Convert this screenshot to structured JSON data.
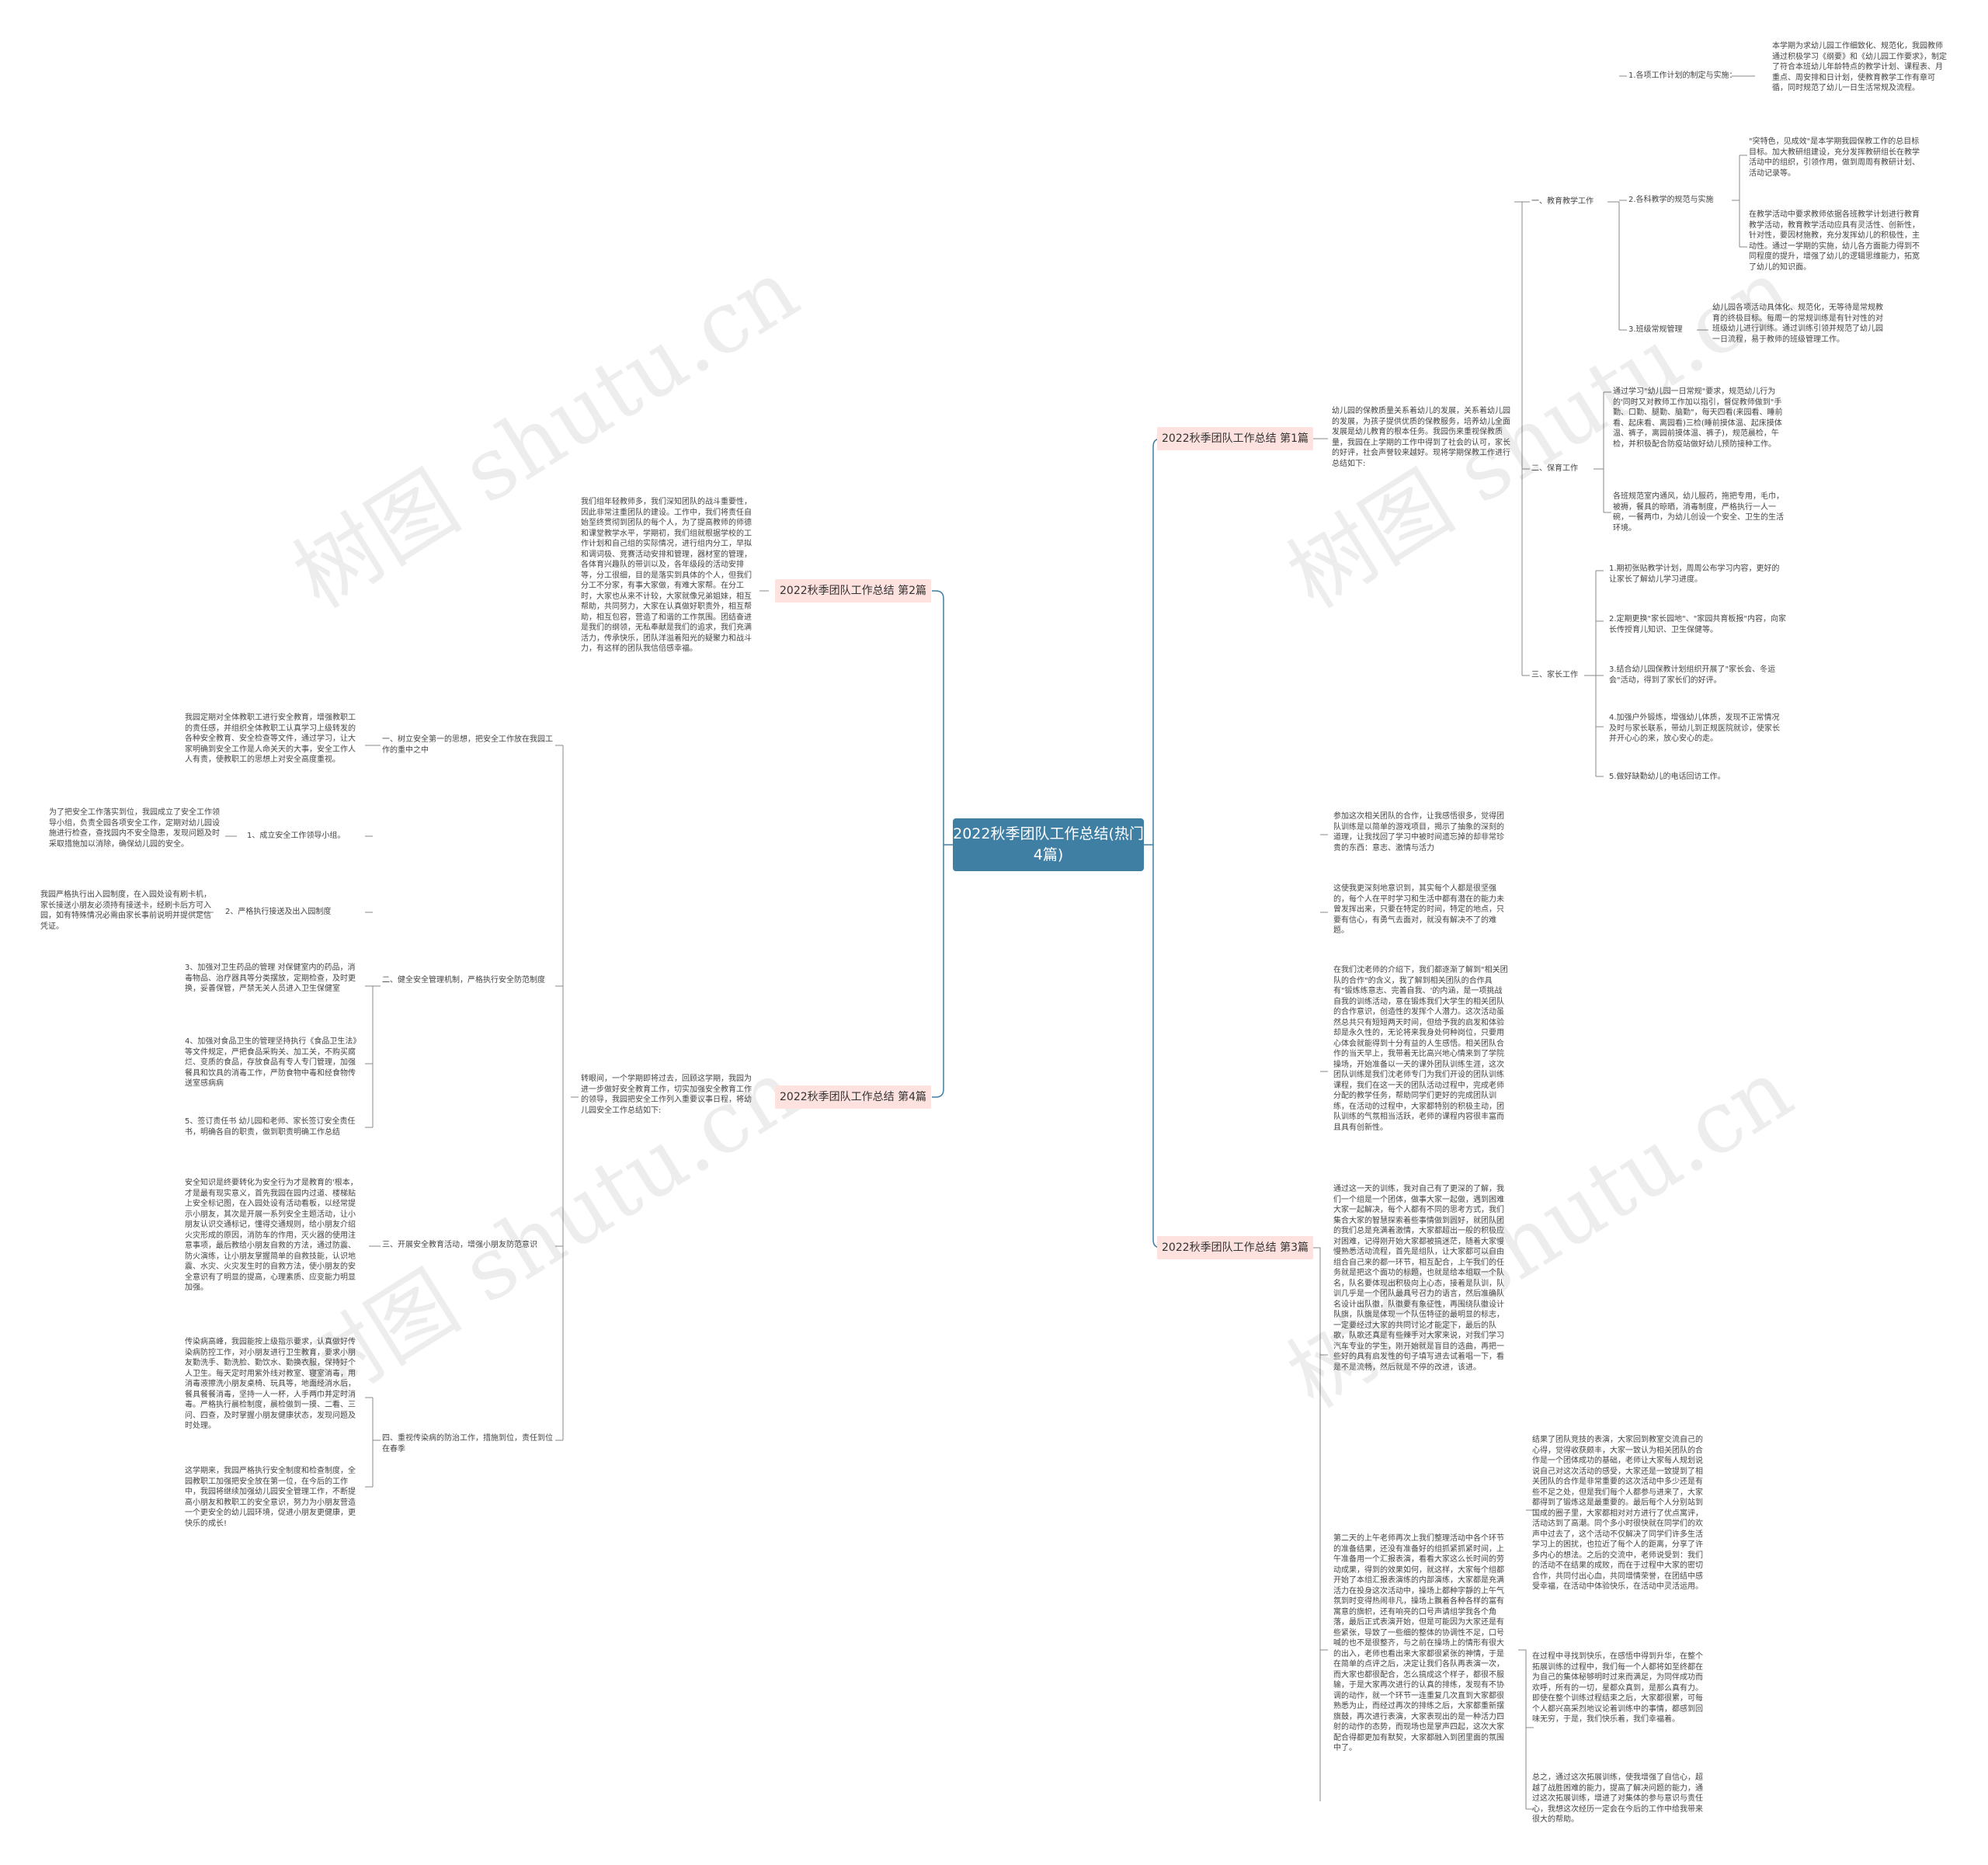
{
  "watermark": "树图 shutu.cn",
  "root": "2022秋季团队工作总结(热门4篇)",
  "branches": {
    "b1": {
      "title": "2022秋季团队工作总结 第1篇",
      "intro": "幼儿园的保教质量关系着幼儿的发展，关系着幼儿园的发展，为孩子提供优质的保教服务，培养幼儿全面发展是幼儿教育的根本任务。我园伤来重视保教质量，我园在上学期的工作中得到了社会的认可，家长的好评，社会声誉较来越好。现将学期保教工作进行总结如下:",
      "s1": "一、教育教学工作",
      "s1_1": "1.各项工作计划的制定与实施：",
      "s1_1_text": "本学期为求幼儿园工作细致化、规范化，我园教师通过积极学习《纲要》和《幼儿园工作要求》，制定了符合本班幼儿年龄特点的教学计划、课程表、月重点、周安排和日计划，使教育教学工作有章可循，同时规范了幼儿一日生活常规及流程。",
      "s1_2": "2.各科教学的规范与实施",
      "s1_2_text_a": "\"突特色，见成效\"是本学期我园保教工作的总目标目标。加大教研组建设，充分发挥教研组长在教学活动中的组织，引领作用，做到周周有教研计划、活动记录等。",
      "s1_2_text_b": "在教学活动中要求教师依据各班教学计划进行教育教学活动，教育教学活动应具有灵活性、创新性，针对性，要因材施教，充分发挥幼儿的积极性，主动性。通过一学期的实施，幼儿各方面能力得到不同程度的提升，增强了幼儿的逻辑思维能力，拓宽了幼儿的知识面。",
      "s1_3": "3.班级常规管理",
      "s1_3_text": "幼儿园各项活动具体化、规范化，无等待是常规教育的终极目标。每周一的常规训练是有针对性的对班级幼儿进行训练。通过训练引领并规范了幼儿园一日流程，易于教师的班级管理工作。",
      "s2": "二、保育工作",
      "s2_text_a": "通过学习\"幼儿园一日常规\"要求，规范幼儿行为的'同时又对教师工作加以指引，督促教师做到\"手勤、口勤、腿勤、脑勤\"，每天四看(来园看、睡前看、起床看、离园看)三检(睡前摸体温、起床摸体温、裤子，离园前摸体温、裤子)，规范晨检，午检，并积极配合防疫站做好幼儿预防接种工作。",
      "s2_text_b": "各班规范室内通风，幼儿服药，拖把专用，毛巾，被褥，餐具的晾晒，消毒制度，严格执行一人一碗，一餐两巾，为幼儿创设一个安全、卫生的生活环境。",
      "s3": "三、家长工作",
      "s3_items": [
        "1.期初张贴教学计划，周周公布学习内容，更好的让家长了解幼儿学习进度。",
        "2.定期更换\"家长园地\"、\"家园共育板报\"内容，向家长传授育儿知识、卫生保健等。",
        "3.结合幼儿园保教计划组织开展了\"家长会、冬运会\"活动，得到了家长们的好评。",
        "4.加强户外锻炼，增强幼儿体质，发现不正常情况及时与家长联系，带幼儿到正规医院就诊，使家长并开心心的来，放心安心的走。",
        "5.做好缺勤幼儿的电话回访工作。"
      ]
    },
    "b2": {
      "title": "2022秋季团队工作总结 第2篇",
      "text": "我们组年轻教师多，我们深知团队的战斗重要性，因此非常注重团队的建设。工作中，我们将责任自始至终贯彻到团队的每个人，为了提高教师的师德和课堂教学水平，学期初，我们组就根据学校的工作计划和自己组的实际情况，进行组内分工，早拟和调词极、竞赛活动安排和管理，器材室的管理，各体育兴趣队的带训以及，各年级段的活动安排等，分工很细，目的是落实到具体的个人，但我们分工不分家，有事大家做，有难大家帮。在分工时，大家也从来不计较，大家就像兄弟姐妹，相互帮助，共同努力，大家在认真做好职责外，相互帮助，相互包容，营造了和谐的工作氛围。团结奋进是我们的纲领，无私奉献是我们的追求，我们充满活力，传承快乐，团队洋溢着阳光的疑聚力和战斗力，有这样的团队我信倍感幸福。"
    },
    "b3": {
      "title": "2022秋季团队工作总结 第3篇",
      "p1": "参加这次相关团队的合作，让我感悟很多，觉得团队训练是以简单的游戏项目，揭示了抽象的深刻的道理，让我找回了学习中被时间遗忘掉的却非常珍贵的东西：意志、激情与活力",
      "p2": "这使我更深刻地意识到，其实每个人都是很坚强的，每个人在平时学习和生活中都有潜在的能力未曾发挥出来，只要在特定的时间，特定的地点，只要有信心，有勇气去面对，就没有解决不了的难题。",
      "p3": "在我们沈老师的介绍下，我们都逐渐了解到\"相关团队的合作\"的含义，我了解到相关团队的合作具有\"锻炼练意志、完善自我、'的内涵，是一项挑战自我的训练活动，意在锻炼我们大学生的相关团队的合作意识，创造性的发挥个人潜力。这次活动虽然总共只有短短两天时间，但给予我的启发和体验却是永久性的，无论将来我身处何种岗位，只要用心体会就能得到十分有益的人生感悟。相关团队合作的当天早上，我带着无比高兴地心情来到了学院操场，开始准备以一天的课外团队训练生涯，这次团队训练是我们沈老师专门为我们开设的团队训练课程，我们在这一天的团队活动过程中，完成老师分配的教学任务，帮助同学们更好的完成团队训练，在活动的过程中，大家都特别的积极主动，团队训练的气氛相当活跃，老师的课程内容很丰富而且具有创新性。",
      "p4": "通过这一天的训练，我对自己有了更深的了解，我们一个组是一个团体，做事大家一起做，遇到困难大家一起解决，每个人都有不同的思考方式，我们集合大家的智慧探索着些事情做到圆好，就团队团的我们总是充满着激情，大家都超出一般的积极应对困难，记得刚开始大家都被搞迷茫，随着大家慢慢熟悉活动流程，首先是组队，让大家都可以自由组合自己来的都一环节，相互配合，上午我们的任务就是把这个面功的标题，也就是给本组取一个队名，队名要体现出积极向上心态，接着是队训，队训几乎是一个团队最具号召力的语言，然后准确队名设计出队徽，队徽要有象征性，再围绕队徽设计队旗，队旗是体现一个队伍特征的最明显的标志，一定要经过大家的共同讨论才能定下，最后的队歌，队歌还真是有些辣手对大家来说，对我们学习汽车专业的学生，刚开始就是盲目的选曲，再把一些好的具有启发性的句子填写进去试着唱一下，看是不是流畅，然后就是不停的改进，该进。",
      "p5": "第二天的上午老师再次上我们整理活动中各个环节的准备结果，还没有准备好的组抓紧抓紧时间，上午准备用一个汇报表演，看看大家这么长时间的劳动成果，得到的效果如何，就这样，大家每个组都开始了本组汇报表演练的内部演练，大家都是充满活力在投身这次活动中，操场上都种字靜的上午气氛到时变得热闹非凡，操场上飘着各种各样的富有寓意的旗帜，还有响亮的口号声请组学我各个角落，最后正式表演开始，但是可能因为大家还是有些紧张，导致了一些细的整体的协调性不足，口号喊的也不是很整齐，与之前在操场上的情形有很大的出入，老师也看出来大家都很紧张的神情，于是在简单的点评之后，决定让我们各队再表演一次，而大家也都很配合，怎么搞成这个样子，都很不服输，于是大家再次进行的认真的排练，发现有不协调的动作，就一个环节一连重复几次直到大家都很熟悉为止，而经过再次的排练之后，大家都重新摆旗鼓，再次进行表演，大家表现出的是一种活力四射的动作的态势，而现场也是掌声四起，这次大家配合得都更加有默契，大家都融入到团里面的氛围中了。",
      "p6": "结果了团队竞技的表演，大家回到教室交流自己的心得，觉得收获颇丰，大家一致认为相关团队的合作是一个团体成功的基础，老师让大家每人规划说说自己对这次活动的感受，大家还是一致提到了相关团队的合作是非常重要的这次活动中多少还是有些不足之处，但是我们每个人都参与进来了，大家都得到了锻炼这是最重要的。最后每个人分别站到国成的圈子里，大家都相对对方进行了优点寓评，活动达到了高潮。同个多小时很快就在同学们的欢声中过去了，这个活动不仅解决了同学们许多生活学习上的困扰，也拉近了每个人的距离，分享了许多内心的想法。之后的交流中，老师说受到：我们的活动不在结果的成败，而在于过程中大家的密切合作，共同付出心血，共同增情荣誉，在团结中感受幸福，在活动中体验快乐，在活动中灵活运用。",
      "p7": "在过程中寻找到快乐，在感悟中得到升华，在整个拓展训练的过程中，我们每一个人都将如至终都在为自己的集体秘够明时过来而满足，为同伴成功而欢呼，所有的一切，星都众真到，是那么真有力。即使在整个训练过程结束之后，大家都很累，可每个人都兴高采烈地议论着训练中的事情，都感到回味无穷，于是，我们快乐着，我们幸福着。",
      "p8": "总之，通过这次拓展训练，使我增强了自信心，超越了战胜困难的能力，提高了解决问题的能力，通过这次拓展训练，增进了对集体的参与意识与责任心，我想这次经历一定会在今后的工作中给我带来很大的帮助。"
    },
    "b4": {
      "title": "2022秋季团队工作总结 第4篇",
      "intro": "转眼间，一个学期即将过去，回顾这学期，我园为进一步做好安全教育工作，切实加强安全教育工作的领导，我园把安全工作列入重要议事日程，将幼儿园安全工作总结如下:",
      "s1": "一、树立安全第一的思想，把安全工作放在我园工作的重中之中",
      "s1_text": "我园定期对全体教职工进行安全教育，增强教职工的责任感，并组织全体教职工认真学习上级转发的各种安全教育、安全检查等文件，通过学习，让大家明确到安全工作是人命关天的大事，安全工作人人有责，使教职工的思想上对安全高度重视。",
      "s2": "二、健全安全管理机制，严格执行安全防范制度",
      "s2_1": "1、成立安全工作领导小组。",
      "s2_1_text": "为了把安全工作落实到位，我园成立了安全工作领导小组，负责全园各项安全工作，定期对幼儿园设施进行检查，查找园内不安全隐患，发现问题及时采取措施加以消除，确保幼儿园的安全。",
      "s2_2": "2、严格执行接送及出入园制度",
      "s2_2_text": "我园严格执行出入园制度，在入园处设有刷卡机，家长接送小朋友必须持有接送卡，经刷卡后方可入园，如有特殊情况必需由家长事前说明并提供足信凭证。",
      "s2_3_text": "3、加强对卫生药品的管理 对保健室内的药品，消毒物品、治疗器具等分类摆放，定期检查，及时更换，妥善保管，严禁无关人员进入卫生保健室",
      "s2_4_text": "4、加强对食品卫生的管理坚持执行《食品卫生法》等文件规定，严把食品采购关、加工关，不购买腐烂、变质的食品，存放食品有专人专门管理，加强餐具和饮具的消毒工作，严防食物中毒和经食物传送室感病病",
      "s2_5_text": "5、签订责任书 幼儿园和老师、家长签订安全责任书，明确各自的职责，做到职责明确工作总结",
      "s3": "三、开展安全教育活动，增强小朋友防范意识",
      "s3_text": "安全知识是终要转化为安全行为才是教育的'根本，才是最有现实意义，首先我园在园内过道、楼梯贴上安全标记图，在入园处设有活动看板，以经常提示小朋友，其次是开展一系列安全主题活动，让小朋友认识交通标记，懂得交通规则，给小朋友介绍火灾形成的原因，消防车的作用，灭火器的使用注意事项，最后教给小朋友自救的方法，通过防震、防火演练，让小朋友掌握简单的自救技能，认识地震、水灾、火灾发生时的自救方法，使小朋友的安全意识有了明显的提高，心理素质、应变能力明显加强。",
      "s4": "四、重视传染病的防治工作，措施到位，责任到位在春季",
      "s4_text_a": "传染病高峰，我园能按上级指示要求，认真做好传染病防控工作，对小朋友进行卫生教育，要求小朋友勤洗手、勤洗脸、勤饮水、勤换衣服，保持好个人卫生。每天定时用紫外线对教室、寝室消毒，用消毒液擦洗小朋友桌椅、玩具等，地面经消水后，餐具餐餐消毒，坚持一人一杯，人手两巾并定时消毒。严格执行晨检制度，晨检做到一摸、二看、三问、四查，及时掌握小朋友健康状态，发现问题及时处理。",
      "s4_text_b": "这学期来，我园严格执行安全制度和检查制度，全园教职工加强把安全放在第一位，在今后的工作中，我园将继续加强幼儿园安全管理工作，不断提高小朋友和教职工的安全意识，努力为小朋友营造一个更安全的幼儿园环境，促进小朋友更健康，更快乐的成长!"
    }
  }
}
